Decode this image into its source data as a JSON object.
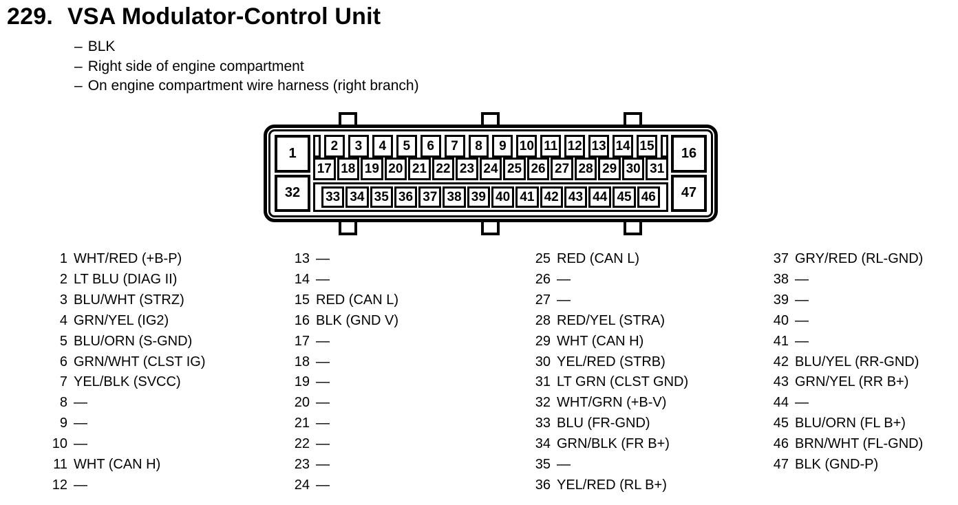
{
  "header": {
    "number": "229.",
    "title": "VSA Modulator-Control Unit",
    "note_prefix": "–",
    "notes": [
      "BLK",
      "Right side of engine compartment",
      "On engine compartment wire harness (right branch)"
    ]
  },
  "connector": {
    "corner_pins": {
      "top_left": "1",
      "bottom_left": "32",
      "top_right": "16",
      "bottom_right": "47"
    },
    "row1": [
      "2",
      "3",
      "4",
      "5",
      "6",
      "7",
      "8",
      "9",
      "10",
      "11",
      "12",
      "13",
      "14",
      "15"
    ],
    "row2": [
      "17",
      "18",
      "19",
      "20",
      "21",
      "22",
      "23",
      "24",
      "25",
      "26",
      "27",
      "28",
      "29",
      "30",
      "31"
    ],
    "row3": [
      "33",
      "34",
      "35",
      "36",
      "37",
      "38",
      "39",
      "40",
      "41",
      "42",
      "43",
      "44",
      "45",
      "46"
    ]
  },
  "pin_list": {
    "empty_marker": "—",
    "columns": [
      {
        "entries": [
          {
            "num": "1",
            "label": "WHT/RED (+B-P)"
          },
          {
            "num": "2",
            "label": "LT BLU (DIAG II)"
          },
          {
            "num": "3",
            "label": "BLU/WHT (STRZ)"
          },
          {
            "num": "4",
            "label": "GRN/YEL (IG2)"
          },
          {
            "num": "5",
            "label": "BLU/ORN (S-GND)"
          },
          {
            "num": "6",
            "label": "GRN/WHT (CLST IG)"
          },
          {
            "num": "7",
            "label": "YEL/BLK (SVCC)"
          },
          {
            "num": "8",
            "label": "—"
          },
          {
            "num": "9",
            "label": "—"
          },
          {
            "num": "10",
            "label": "—"
          },
          {
            "num": "11",
            "label": "WHT (CAN H)"
          },
          {
            "num": "12",
            "label": "—"
          }
        ]
      },
      {
        "entries": [
          {
            "num": "13",
            "label": "—"
          },
          {
            "num": "14",
            "label": "—"
          },
          {
            "num": "15",
            "label": "RED (CAN L)"
          },
          {
            "num": "16",
            "label": "BLK (GND V)"
          },
          {
            "num": "17",
            "label": "—"
          },
          {
            "num": "18",
            "label": "—"
          },
          {
            "num": "19",
            "label": "—"
          },
          {
            "num": "20",
            "label": "—"
          },
          {
            "num": "21",
            "label": "—"
          },
          {
            "num": "22",
            "label": "—"
          },
          {
            "num": "23",
            "label": "—"
          },
          {
            "num": "24",
            "label": "—"
          }
        ]
      },
      {
        "entries": [
          {
            "num": "25",
            "label": "RED (CAN L)"
          },
          {
            "num": "26",
            "label": "—"
          },
          {
            "num": "27",
            "label": "—"
          },
          {
            "num": "28",
            "label": "RED/YEL (STRA)"
          },
          {
            "num": "29",
            "label": "WHT (CAN H)"
          },
          {
            "num": "30",
            "label": "YEL/RED (STRB)"
          },
          {
            "num": "31",
            "label": "LT GRN (CLST GND)"
          },
          {
            "num": "32",
            "label": "WHT/GRN (+B-V)"
          },
          {
            "num": "33",
            "label": "BLU (FR-GND)"
          },
          {
            "num": "34",
            "label": "GRN/BLK (FR B+)"
          },
          {
            "num": "35",
            "label": "—"
          },
          {
            "num": "36",
            "label": "YEL/RED (RL B+)"
          }
        ]
      },
      {
        "entries": [
          {
            "num": "37",
            "label": "GRY/RED (RL-GND)"
          },
          {
            "num": "38",
            "label": "—"
          },
          {
            "num": "39",
            "label": "—"
          },
          {
            "num": "40",
            "label": "—"
          },
          {
            "num": "41",
            "label": "—"
          },
          {
            "num": "42",
            "label": "BLU/YEL (RR-GND)"
          },
          {
            "num": "43",
            "label": "GRN/YEL (RR B+)"
          },
          {
            "num": "44",
            "label": "—"
          },
          {
            "num": "45",
            "label": "BLU/ORN (FL B+)"
          },
          {
            "num": "46",
            "label": "BRN/WHT (FL-GND)"
          },
          {
            "num": "47",
            "label": "BLK (GND-P)"
          }
        ]
      }
    ]
  },
  "colors": {
    "ink": "#000000",
    "paper": "#ffffff"
  }
}
